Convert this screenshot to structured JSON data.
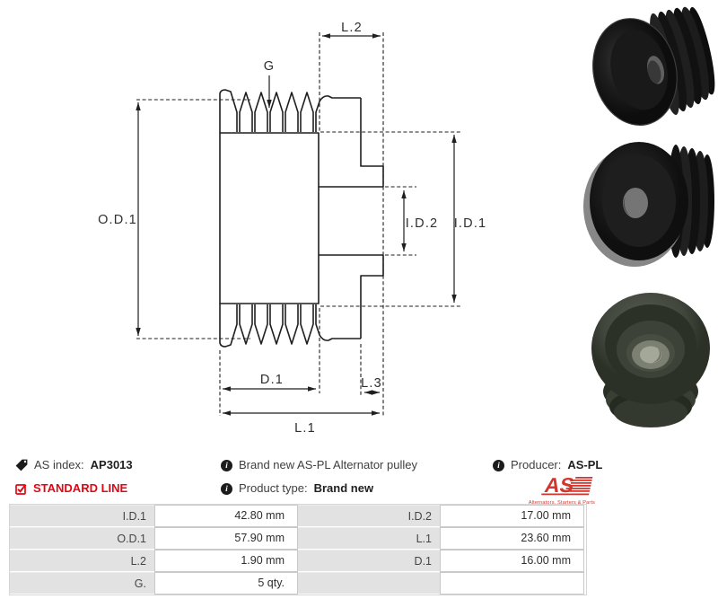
{
  "drawing": {
    "labels": {
      "od1": "O.D.1",
      "id1": "I.D.1",
      "id2": "I.D.2",
      "g": "G",
      "l1": "L.1",
      "l2": "L.2",
      "l3": "L.3",
      "d1": "D.1"
    }
  },
  "info": {
    "as_index_label": "AS index:",
    "as_index_value": "AP3013",
    "standard_line_label": "STANDARD LINE",
    "description": "Brand new AS-PL Alternator pulley",
    "product_type_label": "Product type:",
    "product_type_value": "Brand new",
    "producer_label": "Producer:",
    "producer_value": "AS-PL",
    "info_glyph": "i"
  },
  "logo": {
    "text": "AS",
    "subtext": "Alternators, Starters & Parts"
  },
  "colors": {
    "accent_red": "#e30613",
    "logo_red": "#d2352c",
    "line_color": "#1f1f1f",
    "table_label_bg": "#e2e2e2"
  },
  "spec_table": {
    "rows": [
      [
        "I.D.1",
        "42.80 mm",
        "I.D.2",
        "17.00 mm"
      ],
      [
        "O.D.1",
        "57.90 mm",
        "L.1",
        "23.60 mm"
      ],
      [
        "L.2",
        "1.90 mm",
        "D.1",
        "16.00 mm"
      ],
      [
        "G.",
        "5 qty.",
        "",
        ""
      ]
    ]
  }
}
